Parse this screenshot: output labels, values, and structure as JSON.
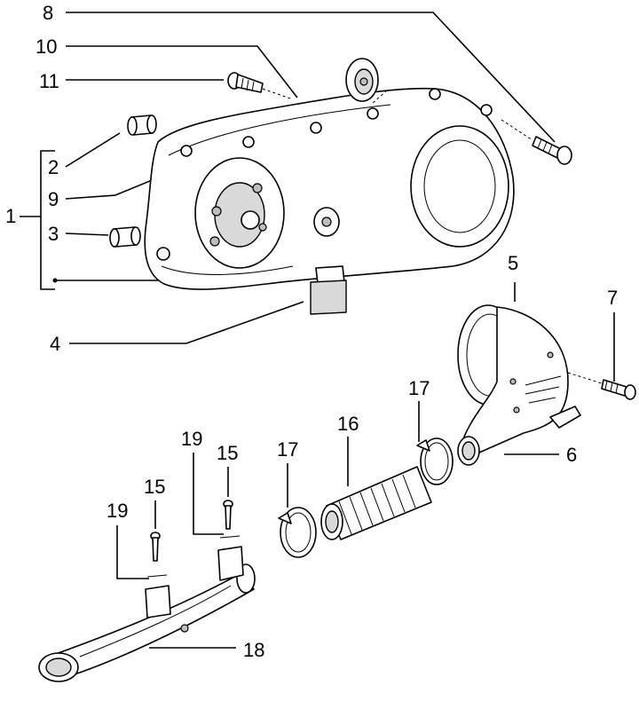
{
  "callouts": [
    {
      "id": "c8",
      "text": "8"
    },
    {
      "id": "c10",
      "text": "10"
    },
    {
      "id": "c11",
      "text": "11"
    },
    {
      "id": "c2",
      "text": "2"
    },
    {
      "id": "c9",
      "text": "9"
    },
    {
      "id": "c1",
      "text": "1"
    },
    {
      "id": "c3",
      "text": "3"
    },
    {
      "id": "c4",
      "text": "4"
    },
    {
      "id": "c5",
      "text": "5"
    },
    {
      "id": "c7",
      "text": "7"
    },
    {
      "id": "c6",
      "text": "6"
    },
    {
      "id": "c17a",
      "text": "17"
    },
    {
      "id": "c16",
      "text": "16"
    },
    {
      "id": "c17b",
      "text": "17"
    },
    {
      "id": "c19a",
      "text": "19"
    },
    {
      "id": "c15a",
      "text": "15"
    },
    {
      "id": "c15b",
      "text": "15"
    },
    {
      "id": "c19b",
      "text": "19"
    },
    {
      "id": "c18",
      "text": "18"
    }
  ]
}
